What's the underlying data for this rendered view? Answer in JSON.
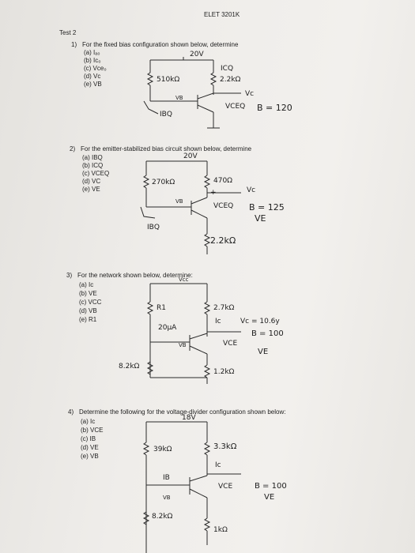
{
  "header": {
    "course": "ELET 3201K",
    "test": "Test 2"
  },
  "problems": [
    {
      "number": "1)",
      "prompt": "For the fixed bias configuration shown below, determine",
      "items": [
        "(a) Iₐ₀",
        "(b) Ic₀",
        "(c) Vce₀",
        "(d) Vc",
        "(e) VB"
      ],
      "annotations": {
        "supply": "20V",
        "rb": "510kΩ",
        "rc": "2.2kΩ",
        "icq": "ICQ",
        "vc": "Vc",
        "vb": "VB",
        "vceq": "VCEQ",
        "beta": "B = 120",
        "ibq": "IBQ"
      }
    },
    {
      "number": "2)",
      "prompt": "For the emitter-stabilized bias circuit shown below, determine",
      "items": [
        "(a) IBQ",
        "(b) ICQ",
        "(c) VCEQ",
        "(d) VC",
        "(e) VE"
      ],
      "annotations": {
        "supply": "20V",
        "rb": "270kΩ",
        "rc": "470Ω",
        "vc": "Vc",
        "vb": "VB",
        "plus": "+",
        "vceq": "VCEQ",
        "beta": "B = 125",
        "ve": "VE",
        "ibq": "IBQ",
        "re": "2.2kΩ"
      }
    },
    {
      "number": "3)",
      "prompt": "For the network shown below, determine:",
      "items": [
        "(a) Ic",
        "(b) VE",
        "(c) VCC",
        "(d) VB",
        "(e) R1"
      ],
      "annotations": {
        "supply": "Vcc",
        "r1": "R1",
        "rc": "2.7kΩ",
        "ib": "20μA",
        "ic": "Ic",
        "vc": "Vc = 10.6y",
        "vb": "VB",
        "vce": "VCE",
        "beta": "B = 100",
        "ve": "VE",
        "r2": "8.2kΩ",
        "re": "1.2kΩ"
      }
    },
    {
      "number": "4)",
      "prompt": "Determine the following for the voltage-divider configuration shown below:",
      "items": [
        "(a) Ic",
        "(b) VCE",
        "(c) IB",
        "(d) VE",
        "(e) VB"
      ],
      "annotations": {
        "supply": "18V",
        "r1": "39kΩ",
        "rc": "3.3kΩ",
        "ic": "Ic",
        "ib": "IB",
        "vce": "VCE",
        "beta": "B = 100",
        "ve": "VE",
        "vb": "VB",
        "r2": "8.2kΩ",
        "re": "1kΩ"
      }
    }
  ]
}
